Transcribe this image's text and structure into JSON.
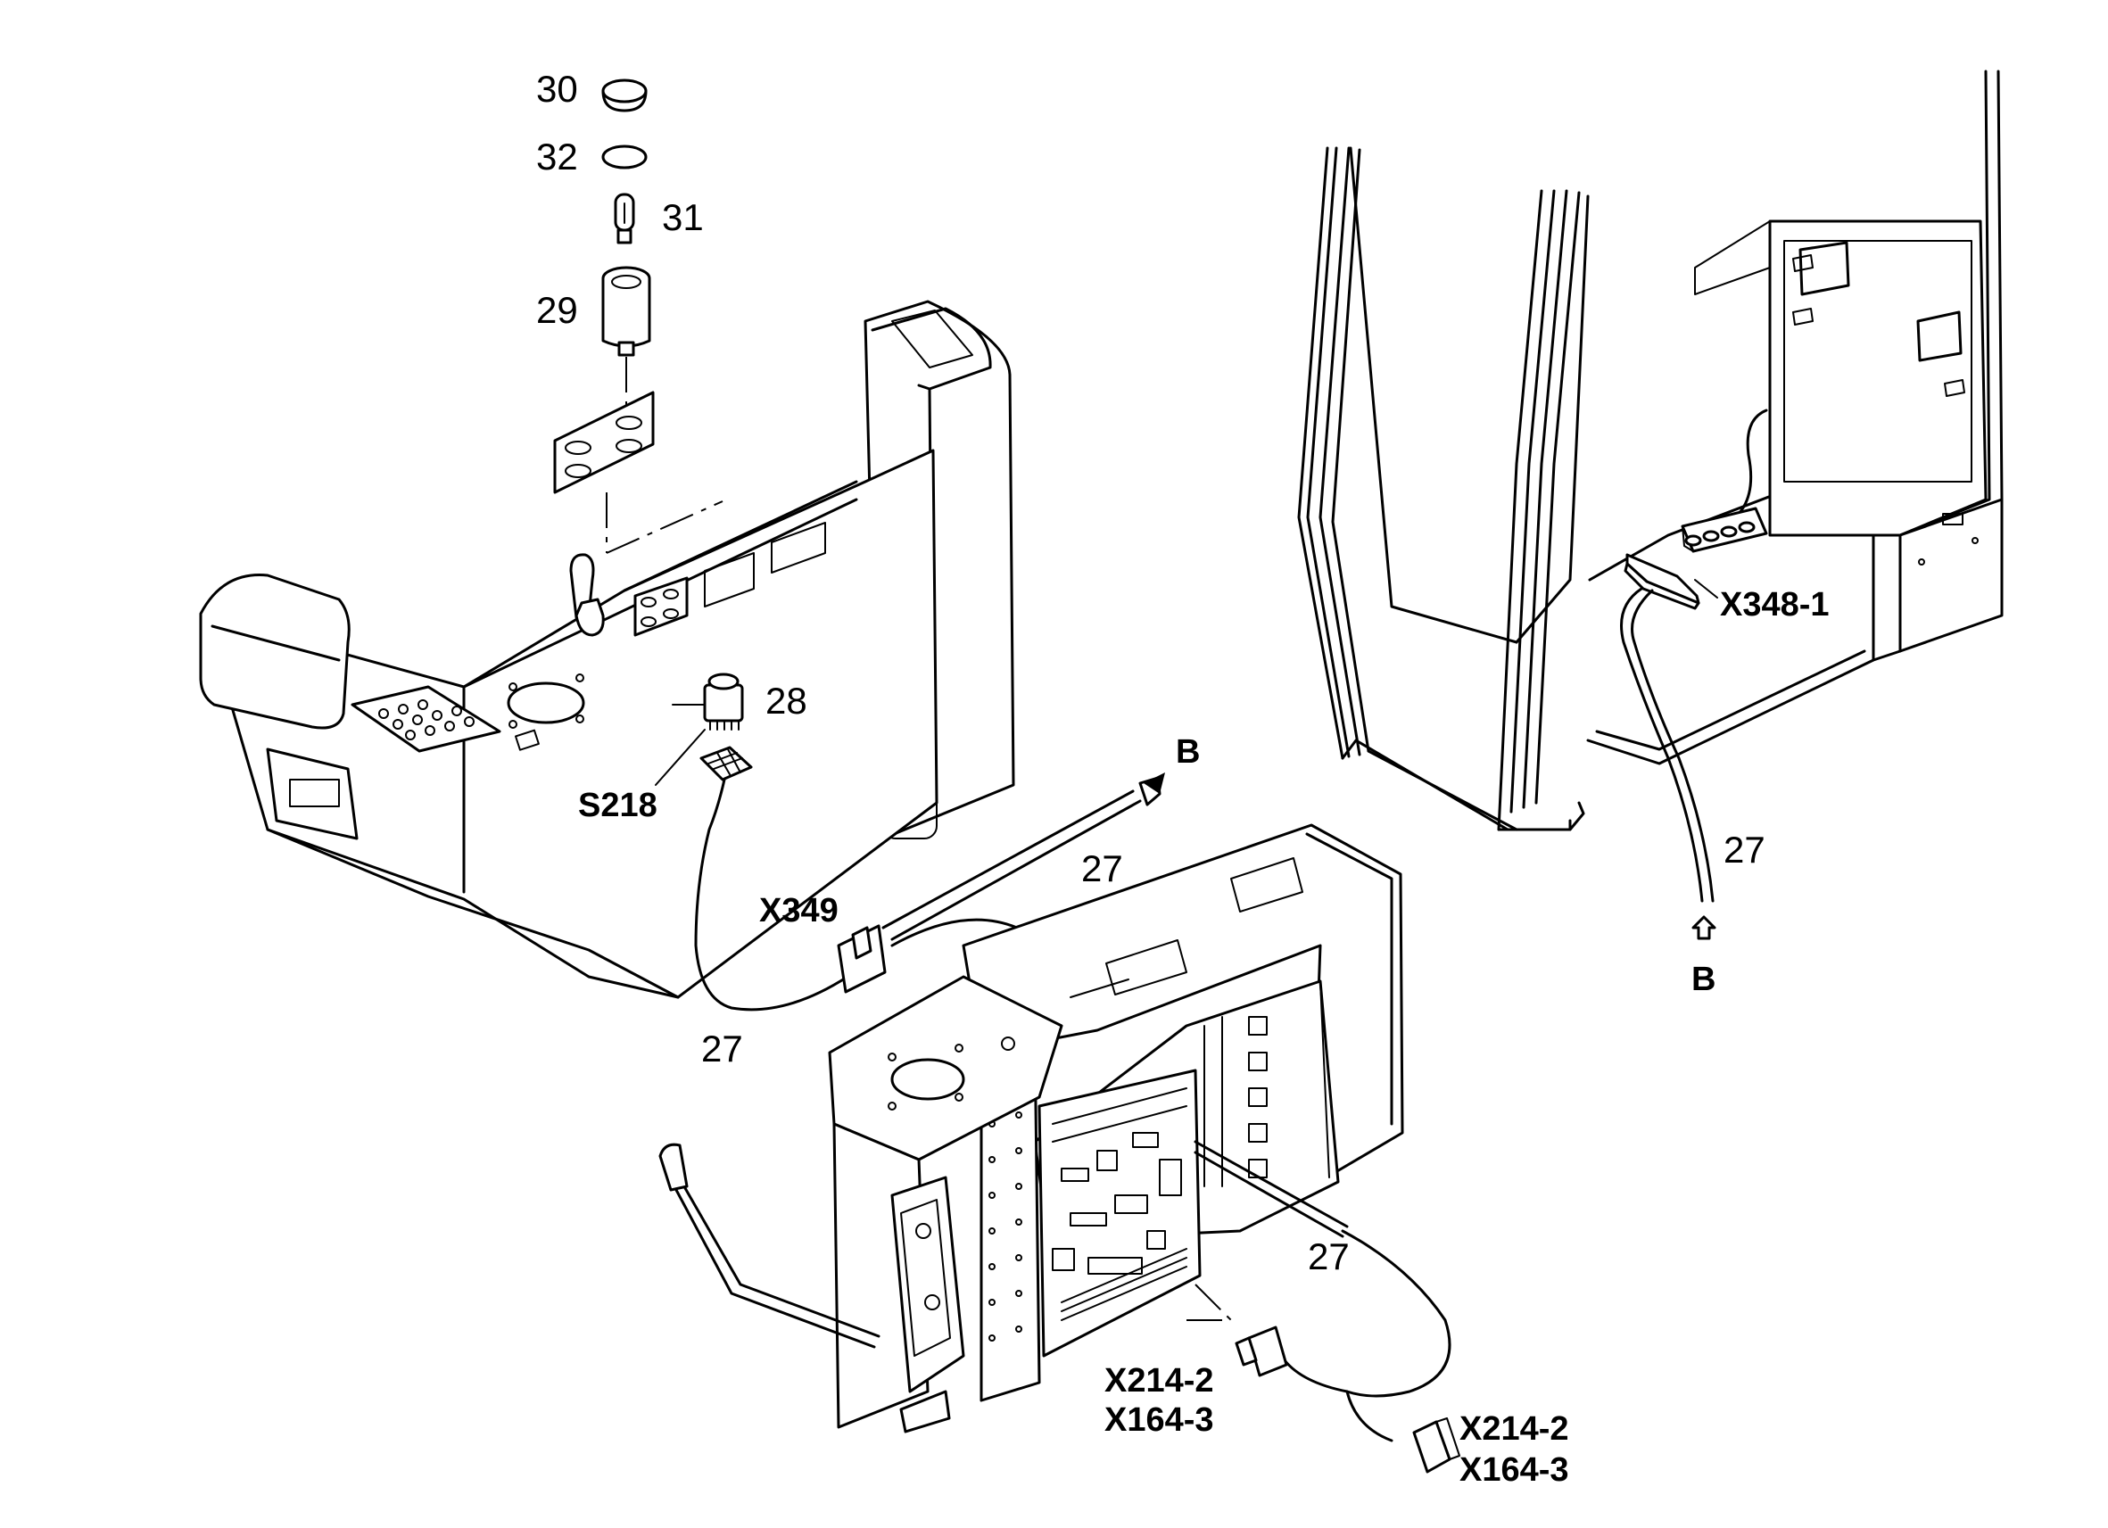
{
  "labels": {
    "n30": "30",
    "n32": "32",
    "n31": "31",
    "n29": "29",
    "n28": "28",
    "s218": "S218",
    "x349": "X349",
    "b_top": "B",
    "n27_a": "27",
    "n27_b": "27",
    "n27_c": "27",
    "n27_d": "27",
    "x348_1": "X348-1",
    "b_bottom": "B",
    "x214_2_a": "X214-2",
    "x164_3_a": "X164-3",
    "x214_2_b": "X214-2",
    "x164_3_b": "X164-3"
  }
}
